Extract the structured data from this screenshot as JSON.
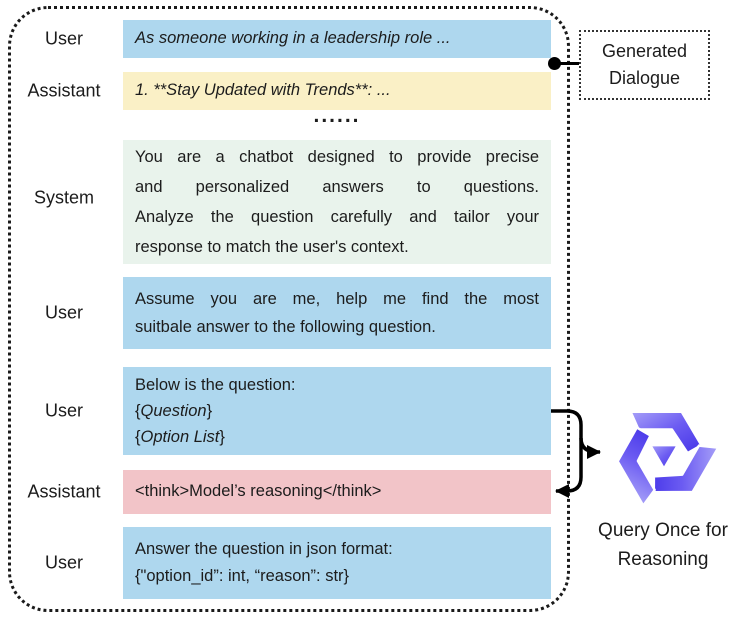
{
  "figure": {
    "conversation": {
      "row1": {
        "role": "User",
        "text": "As someone working in a leadership role ..."
      },
      "row2": {
        "role": "Assistant",
        "text": "1. **Stay Updated with Trends**: ..."
      },
      "ellipsis": "......",
      "row3": {
        "role": "System",
        "lines": [
          "You are a chatbot designed to provide precise",
          "and personalized answers to questions.",
          "Analyze the question carefully and tailor your",
          "response to match the user's context."
        ]
      },
      "row4": {
        "role": "User",
        "lines": [
          "Assume you are me, help me find the most",
          "suitbale answer to the following question."
        ]
      },
      "row5": {
        "role": "User",
        "intro": "Below is the question:",
        "question_open": "{",
        "question_var": "Question",
        "question_close": "}",
        "options_open": "{",
        "options_var": "Option List",
        "options_close": "}"
      },
      "row6": {
        "role": "Assistant",
        "text": "<think>Model’s reasoning</think>"
      },
      "row7": {
        "role": "User",
        "lines": [
          "Answer the question in json format:",
          "{\"option_id”: int, “reason”: str}"
        ]
      }
    },
    "callout": {
      "line1": "Generated",
      "line2": "Dialogue"
    },
    "model": {
      "icon": "qwen-logo",
      "caption_line1": "Query Once for",
      "caption_line2": "Reasoning"
    },
    "colors": {
      "user_bubble": "#AED7EE",
      "assistant_bubble": "#FAF0C6",
      "system_bubble": "#E9F3EC",
      "think_bubble": "#F2C4C8",
      "logo_light": "#A7A0F8",
      "logo_mid": "#6C5CF2",
      "logo_dark": "#4534E8",
      "border": "#1A1A1A"
    }
  }
}
